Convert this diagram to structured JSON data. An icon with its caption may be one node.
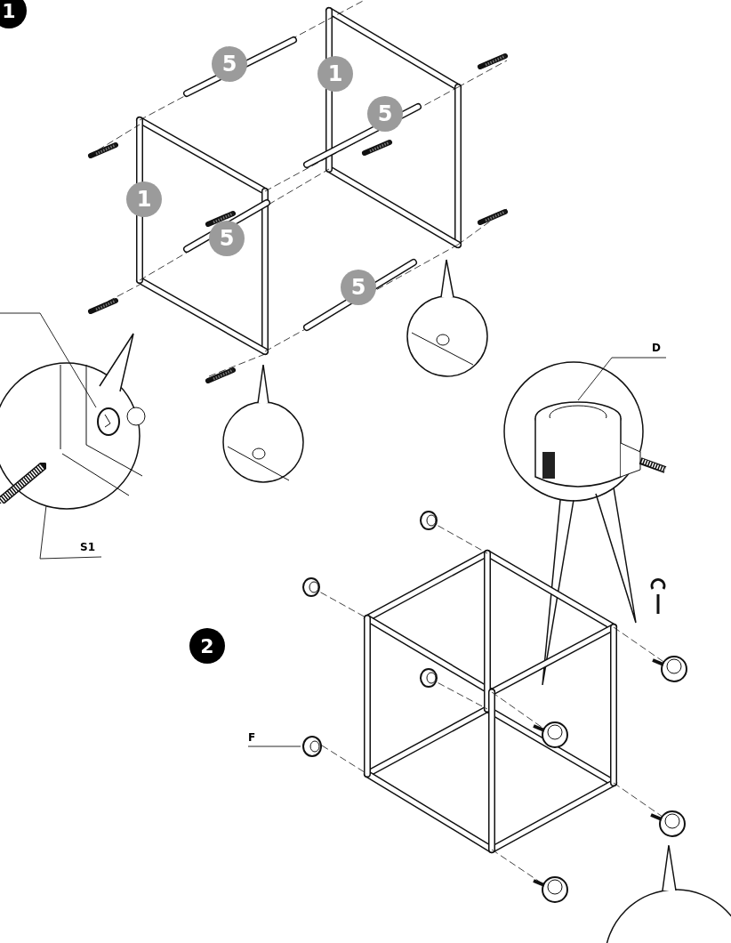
{
  "diagram": {
    "nodes": [
      {
        "text": [
          "1"
        ]
      },
      {
        "text": [
          "5"
        ]
      },
      {
        "text": [
          "1"
        ]
      },
      {
        "text": [
          "5"
        ]
      },
      {
        "text": [
          "1"
        ]
      },
      {
        "text": [
          "5"
        ]
      },
      {
        "text": [
          "5"
        ]
      },
      {
        "text": [
          "D"
        ]
      },
      {
        "text": [],
        "shape": "picture"
      },
      {
        "text": [
          "S1"
        ]
      },
      {
        "text": [],
        "shape": "picture"
      },
      {
        "text": [],
        "shape": "picture"
      },
      {
        "text": [
          "2"
        ]
      },
      {
        "text": [
          "F"
        ]
      },
      {
        "text": [],
        "shape": "picture"
      }
    ],
    "edges": [
      {
        "from": 7,
        "to": 8,
        "arrow": "none"
      },
      {
        "from": 9,
        "to": 10,
        "arrow": "none"
      },
      {
        "from": null,
        "to": 11,
        "arrow": "none"
      },
      {
        "from": 13,
        "to": 14,
        "arrow": "none"
      }
    ]
  }
}
